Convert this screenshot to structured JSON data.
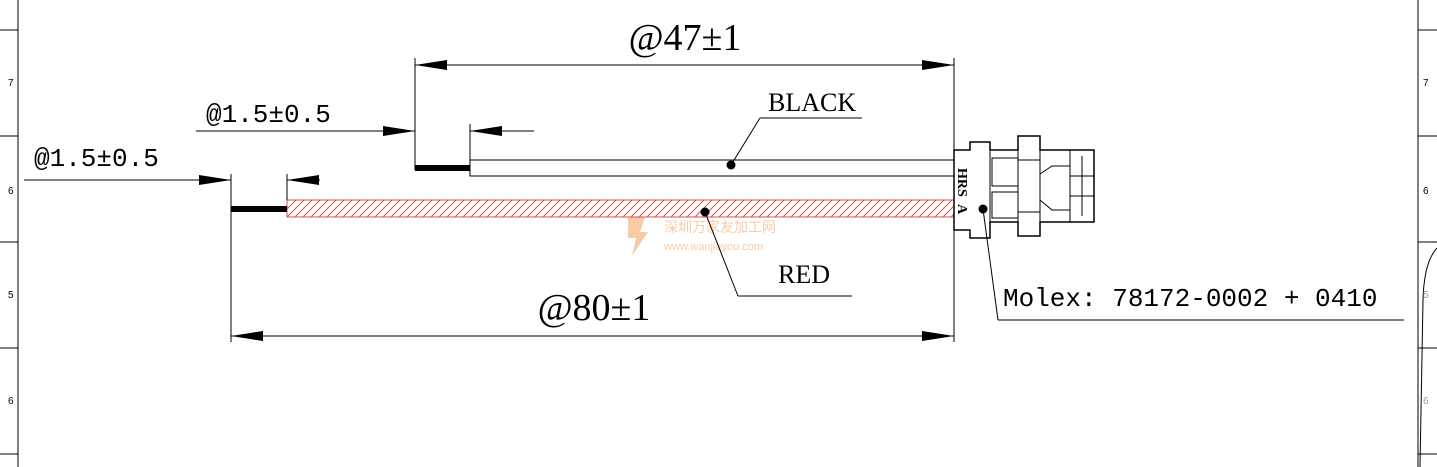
{
  "dimensions": {
    "total_length": "@80±1",
    "black_length": "@47±1",
    "strip_black": "@1.5±0.5",
    "strip_red": "@1.5±0.5"
  },
  "wires": {
    "black_label": "BLACK",
    "red_label": "RED"
  },
  "connector": {
    "callout": "Molex: 78172-0002 + 0410",
    "housing_mark_1": "HRS",
    "housing_mark_2": "A"
  },
  "border": {
    "left_zone_labels": [
      "7",
      "6",
      "5",
      "6"
    ],
    "right_zone_labels": [
      "7",
      "6",
      "5",
      "6"
    ]
  },
  "watermark": {
    "text_cn": "深圳万家友加工网",
    "text_url": "www.wanjiayou.com"
  },
  "colors": {
    "wire_red": "#d9534f",
    "line": "#000000",
    "watermark": "#f2a25a"
  }
}
